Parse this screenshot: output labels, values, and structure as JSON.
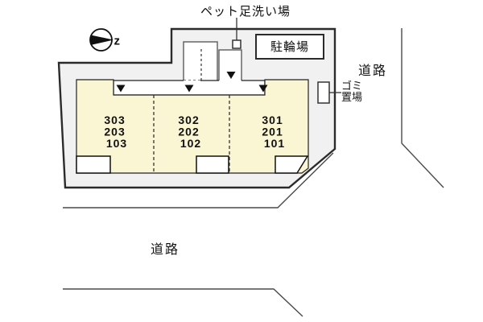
{
  "compass": {
    "letter": "z"
  },
  "labels": {
    "pet_wash": "ペット足洗い場",
    "bicycle_parking": "駐輪場",
    "road_right": "道路",
    "road_bottom": "道路",
    "trash_line1": "ゴミ",
    "trash_line2": "置場"
  },
  "room_stacks": [
    {
      "units": [
        "303",
        "203",
        "103"
      ]
    },
    {
      "units": [
        "302",
        "202",
        "102"
      ]
    },
    {
      "units": [
        "301",
        "201",
        "101"
      ]
    }
  ],
  "colors": {
    "room_fill": "#FAF5D2",
    "site_fill": "#F1F1F1",
    "outline": "#2B2B2B"
  }
}
